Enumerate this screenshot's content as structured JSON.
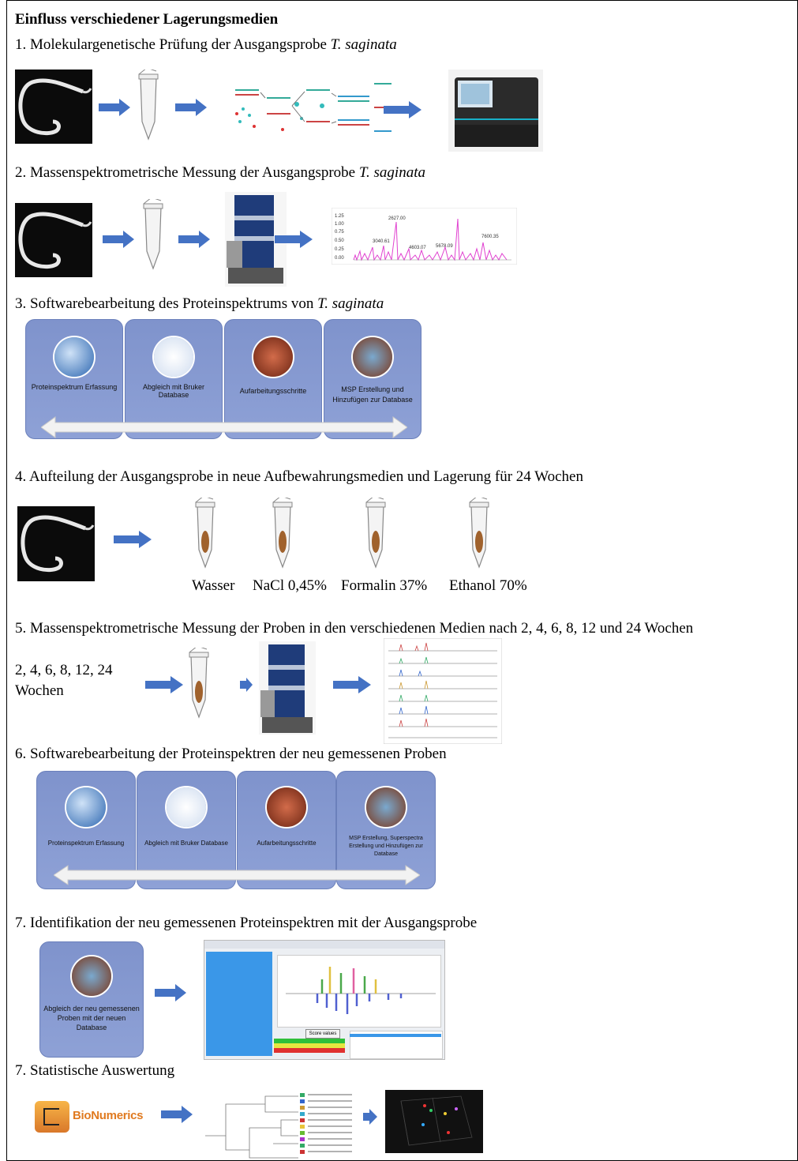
{
  "title": "Einfluss verschiedener Lagerungsmedien",
  "step1": {
    "prefix": "1. Molekulargenetische Prüfung der Ausgangsprobe ",
    "species": "T. saginata"
  },
  "step2": {
    "prefix": "2. Massenspektrometrische Messung der Ausgangsprobe ",
    "species": "T. saginata",
    "spectrum_labels": [
      "2627.00",
      "3040.61",
      "4603.07",
      "5678.09",
      "7600.35"
    ],
    "yticks": [
      "1.25",
      "1.00",
      "0.75",
      "0.50",
      "0.25",
      "0.00"
    ]
  },
  "step3": {
    "prefix": "3. Softwarebearbeitung des Proteinspektrums von ",
    "species": "T. saginata",
    "boxes": [
      {
        "label": "Proteinspektrum Erfassung",
        "icon": "flexcontrol-icon"
      },
      {
        "label": "Abgleich mit Bruker Database",
        "icon": "biotyper-icon"
      },
      {
        "label": "Aufarbeitungsschritte",
        "icon": "flexanalysis-icon"
      },
      {
        "label": "MSP Erstellung und Hinzufügen zur Database",
        "icon": "biotyper-msp-icon"
      }
    ]
  },
  "step4": {
    "text": "4. Aufteilung der Ausgangsprobe in neue Aufbewahrungsmedien und Lagerung für 24 Wochen",
    "media": [
      "Wasser",
      "NaCl 0,45%",
      "Formalin 37%",
      "Ethanol 70%"
    ]
  },
  "step5": {
    "text": "5. Massenspektrometrische Messung der Proben in den verschiedenen Medien nach 2, 4, 6, 8, 12 und 24 Wochen",
    "weeks_line1": "2, 4, 6, 8, 12, 24",
    "weeks_line2": "Wochen"
  },
  "step6": {
    "text": "6. Softwarebearbeitung der Proteinspektren der neu gemessenen Proben",
    "boxes": [
      {
        "label": "Proteinspektrum Erfassung",
        "icon": "flexcontrol-icon"
      },
      {
        "label": "Abgleich mit Bruker Database",
        "icon": "biotyper-icon"
      },
      {
        "label": "Aufarbeitungsschritte",
        "icon": "flexanalysis-icon"
      },
      {
        "label": "MSP Erstellung, Superspectra Erstellung und Hinzufügen zur Database",
        "icon": "biotyper-msp-icon"
      }
    ]
  },
  "step7a": {
    "text": "7. Identifikation der neu gemessenen Proteinspektren mit der Ausgangsprobe",
    "box_label": "Abgleich der neu gemessenen Proben mit der neuen Database",
    "score_button": "Score values"
  },
  "step7b": {
    "text": "7. Statistische Auswertung",
    "logo_text": "BioNumerics"
  },
  "colors": {
    "arrow": "#4472c4",
    "box": "#8ea1d6",
    "tube_sample": "#a0622d",
    "spectrum": "#e040d0"
  }
}
